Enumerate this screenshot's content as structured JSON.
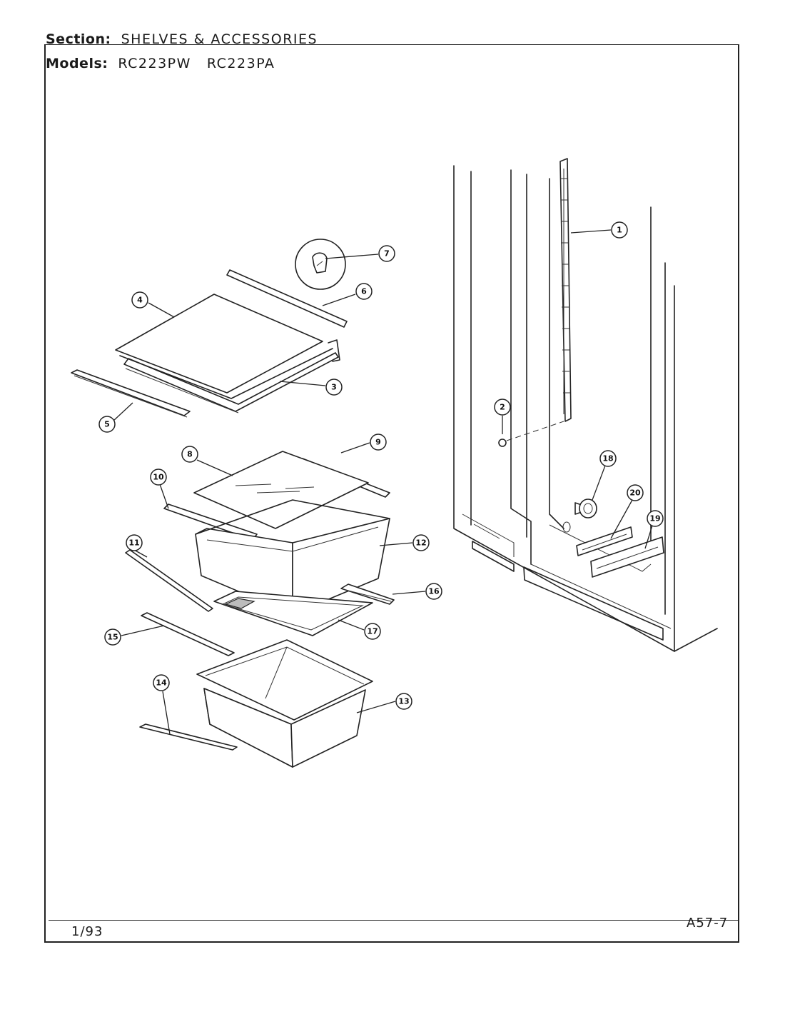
{
  "header": {
    "section_label": "Section:",
    "section_value": "SHELVES & ACCESSORIES",
    "models_label": "Models:",
    "models": [
      "RC223PW",
      "RC223PA"
    ]
  },
  "callouts": [
    "1",
    "2",
    "3",
    "4",
    "5",
    "6",
    "7",
    "8",
    "10",
    "9",
    "11",
    "12",
    "15",
    "14",
    "13",
    "16",
    "17",
    "18",
    "20",
    "19"
  ],
  "footer": {
    "date": "1/93",
    "page_code": "A57-7"
  }
}
